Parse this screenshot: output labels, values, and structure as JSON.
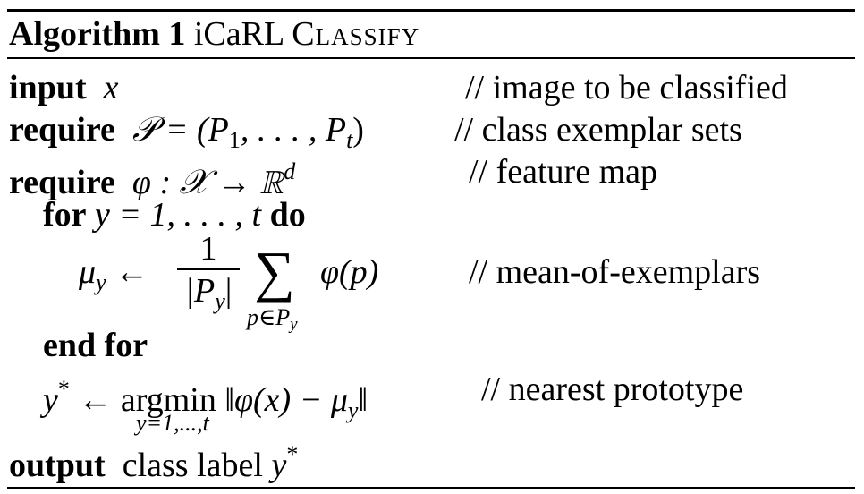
{
  "algorithm": {
    "label": "Algorithm 1",
    "name_prefix": "iCaRL",
    "name_sc": "Classify"
  },
  "lines": {
    "input_kw": "input",
    "input_expr": "x",
    "input_comment": "// image to be classified",
    "require1_kw": "require",
    "require1_expr": "𝒫 = (P",
    "require1_sub1": "1",
    "require1_mid": ", . . . , P",
    "require1_subt": "t",
    "require1_close": ")",
    "require1_comment": "// class exemplar sets",
    "require2_kw": "require",
    "require2_expr": "φ : 𝒳 → ℝ",
    "require2_sup": "d",
    "require2_comment": "// feature map",
    "for_kw": "for",
    "for_expr": "y = 1, . . . , t",
    "for_do": "do",
    "mu_lhs": "μ",
    "mu_sub": "y",
    "mu_arrow": "←",
    "frac_num": "1",
    "frac_den": "|P",
    "frac_den_sub": "y",
    "frac_den_close": "|",
    "sum_symbol": "∑",
    "sum_sub": "p∈P",
    "sum_sub_y": "y",
    "sum_expr": "φ(p)",
    "mu_comment": "// mean-of-exemplars",
    "endfor_kw": "end for",
    "ystar_lhs": "y",
    "ystar_sup": "*",
    "ystar_arrow": "←",
    "argmin": "argmin",
    "argmin_sub": "y=1,...,t",
    "norm_expr": "‖φ(x) − μ",
    "norm_sub": "y",
    "norm_close": "‖",
    "ystar_comment": "// nearest prototype",
    "output_kw": "output",
    "output_text": "class label",
    "output_var": "y",
    "output_sup": "*"
  }
}
